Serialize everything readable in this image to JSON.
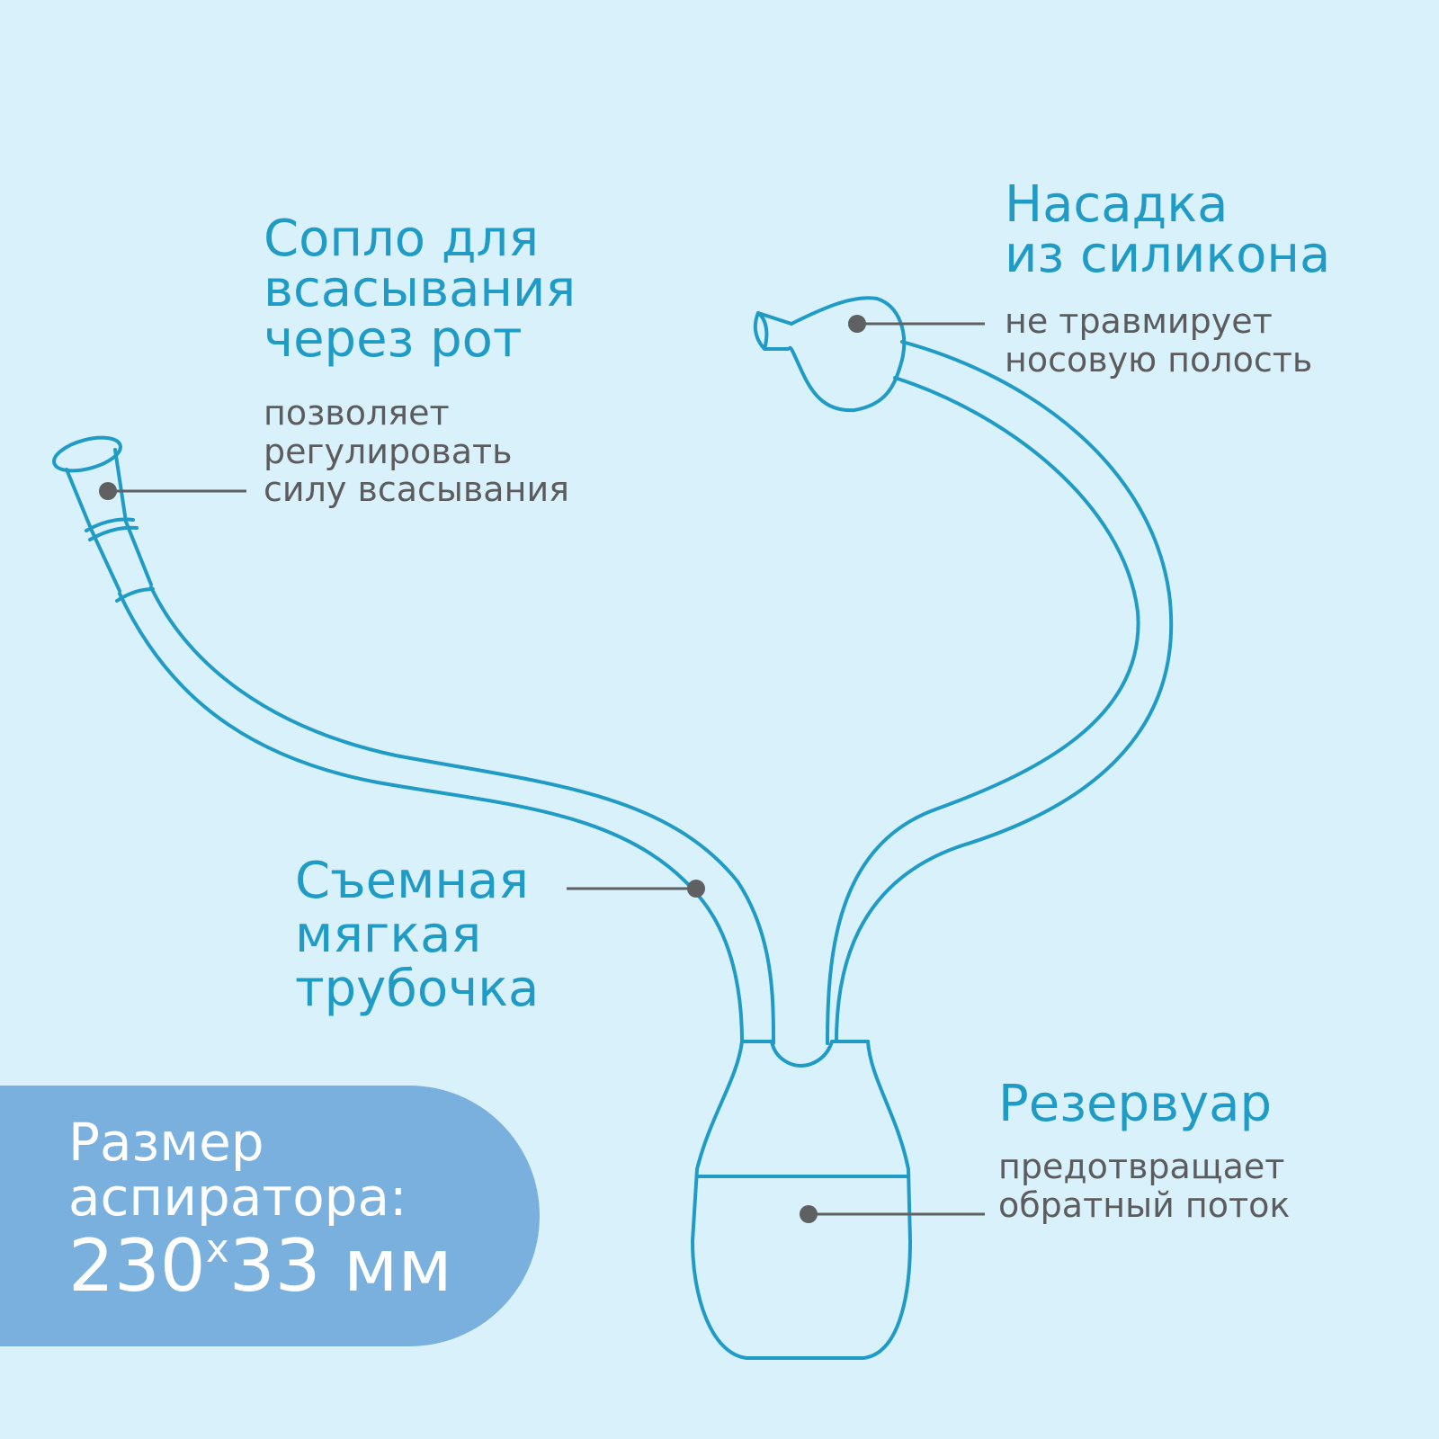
{
  "colors": {
    "background": "#d9f1fb",
    "accent": "#1f9bc6",
    "text_gray": "#5c5c5e",
    "panel": "#7ab0de",
    "panel_text": "#ffffff",
    "callout": "#5f6062"
  },
  "labels": {
    "mouthpiece": {
      "title": [
        "Сопло для",
        "всасывания",
        "через рот"
      ],
      "description": [
        "позволяет",
        "регулировать",
        "силу всасывания"
      ]
    },
    "nozzle": {
      "title": [
        "Насадка",
        "из силикона"
      ],
      "description": [
        "не травмирует",
        "носовую полость"
      ]
    },
    "tube": {
      "title": [
        "Съемная",
        "мягкая",
        "трубочка"
      ]
    },
    "reservoir": {
      "title": [
        "Резервуар"
      ],
      "description": [
        "предотвращает",
        "обратный поток"
      ]
    }
  },
  "size": {
    "label_1": "Размер",
    "label_2": "аспиратора:",
    "width": "230",
    "x": "x",
    "height": "33",
    "unit": "мм"
  }
}
